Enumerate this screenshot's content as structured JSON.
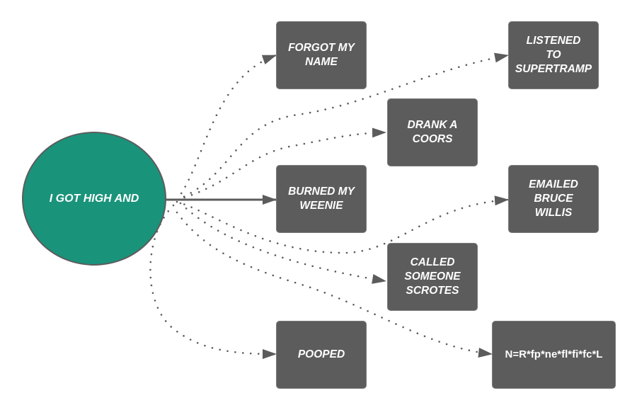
{
  "diagram": {
    "root": {
      "id": "root",
      "label": "I GOT HIGH AND",
      "fill": "#1a937b"
    },
    "nodes": [
      {
        "id": "forgot",
        "label": "FORGOT MY\nNAME"
      },
      {
        "id": "listened",
        "label": "LISTENED\nTO\nSUPERTRAMP"
      },
      {
        "id": "coors",
        "label": "DRANK A\nCOORS"
      },
      {
        "id": "burned",
        "label": "BURNED MY\nWEENIE"
      },
      {
        "id": "emailed",
        "label": "EMAILED\nBRUCE\nWILLIS"
      },
      {
        "id": "called",
        "label": "CALLED\nSOMEONE\nSCROTES"
      },
      {
        "id": "pooped",
        "label": "POOPED"
      },
      {
        "id": "drake",
        "label": "N=R*fp*ne*fl*fi*fc*L"
      }
    ],
    "edges": [
      {
        "from": "root",
        "to": "forgot",
        "style": "dotted"
      },
      {
        "from": "root",
        "to": "listened",
        "style": "dotted"
      },
      {
        "from": "root",
        "to": "coors",
        "style": "dotted"
      },
      {
        "from": "root",
        "to": "burned",
        "style": "solid"
      },
      {
        "from": "root",
        "to": "emailed",
        "style": "dotted"
      },
      {
        "from": "root",
        "to": "called",
        "style": "dotted"
      },
      {
        "from": "root",
        "to": "pooped",
        "style": "dotted"
      },
      {
        "from": "root",
        "to": "drake",
        "style": "dotted"
      }
    ],
    "node_color": "#5c5c5c",
    "edge_color": "#5c5c5c"
  }
}
